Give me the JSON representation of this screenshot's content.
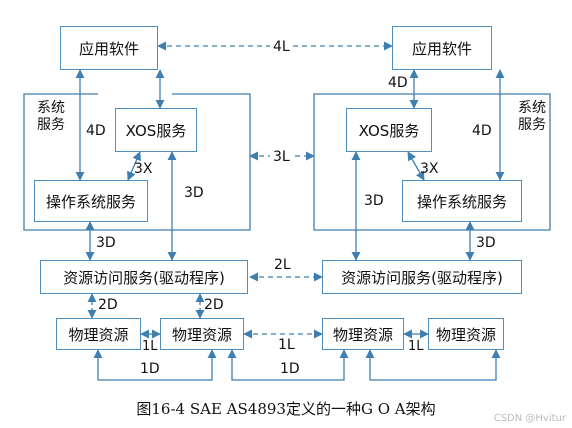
{
  "left": {
    "app": "应用软件",
    "system_service": "系统\n服务",
    "xos": "XOS服务",
    "os": "操作系统服务",
    "resource_access": "资源访问服务(驱动程序)",
    "phys1": "物理资源",
    "phys2": "物理资源"
  },
  "right": {
    "app": "应用软件",
    "system_service": "系统\n服务",
    "xos": "XOS服务",
    "os": "操作系统服务",
    "resource_access": "资源访问服务(驱动程序)",
    "phys1": "物理资源",
    "phys2": "物理资源"
  },
  "links": {
    "l4L": "4L",
    "l3L": "3L",
    "l2L": "2L",
    "l1L_mid": "1L",
    "l4D_left": "4D",
    "l4D_right_top": "4D",
    "l4D_right": "4D",
    "l3X_left": "3X",
    "l3X_right": "3X",
    "l3D_left_mid": "3D",
    "l3D_right_mid": "3D",
    "l3D_left_low": "3D",
    "l3D_right_low": "3D",
    "l2D_a": "2D",
    "l2D_b": "2D",
    "l1L_left": "1L",
    "l1L_right": "1L",
    "l1D_left": "1D",
    "l1D_right": "1D"
  },
  "caption": "图16-4 SAE AS4893定义的一种G O A架构",
  "watermark": "CSDN @Hvitur"
}
